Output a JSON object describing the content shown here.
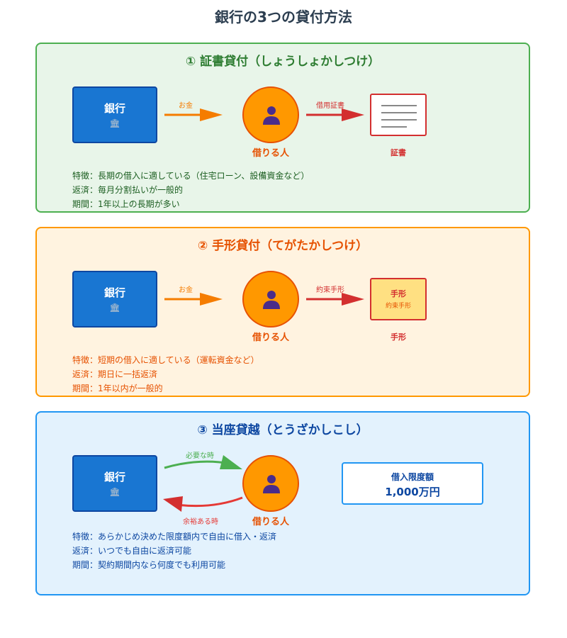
{
  "title": "銀行の3つの貸付方法",
  "colors": {
    "green": "#4caf50",
    "orange": "#ff9800",
    "blue": "#2196f3",
    "bank": "#1976d2",
    "red": "#d32f2f"
  },
  "sections": [
    {
      "heading": "① 証書貸付（しょうしょかしつけ）",
      "bank": {
        "label": "銀行",
        "icon": "🏛"
      },
      "person_label": "借りる人",
      "arrow1": "お金",
      "arrow2": "借用証書",
      "target_label": "証書",
      "features": [
        "特徴：長期の借入に適している（住宅ローン、設備資金など）",
        "返済：毎月分割払いが一般的",
        "期間：1年以上の長期が多い"
      ]
    },
    {
      "heading": "② 手形貸付（てがたかしつけ）",
      "bank": {
        "label": "銀行",
        "icon": "🏛"
      },
      "person_label": "借りる人",
      "arrow1": "お金",
      "arrow2": "約束手形",
      "note_title": "手形",
      "note_sub": "約束手形",
      "target_label": "手形",
      "features": [
        "特徴：短期の借入に適している（運転資金など）",
        "返済：期日に一括返済",
        "期間：1年以内が一般的"
      ]
    },
    {
      "heading": "③ 当座貸越（とうざかしこし）",
      "bank": {
        "label": "銀行",
        "icon": "🏛"
      },
      "person_label": "借りる人",
      "arrow_top": "必要な時",
      "arrow_bottom": "余裕ある時",
      "limit_title": "借入限度額",
      "limit_value": "1,000万円",
      "features": [
        "特徴：あらかじめ決めた限度額内で自由に借入・返済",
        "返済：いつでも自由に返済可能",
        "期間：契約期間内なら何度でも利用可能"
      ]
    }
  ]
}
